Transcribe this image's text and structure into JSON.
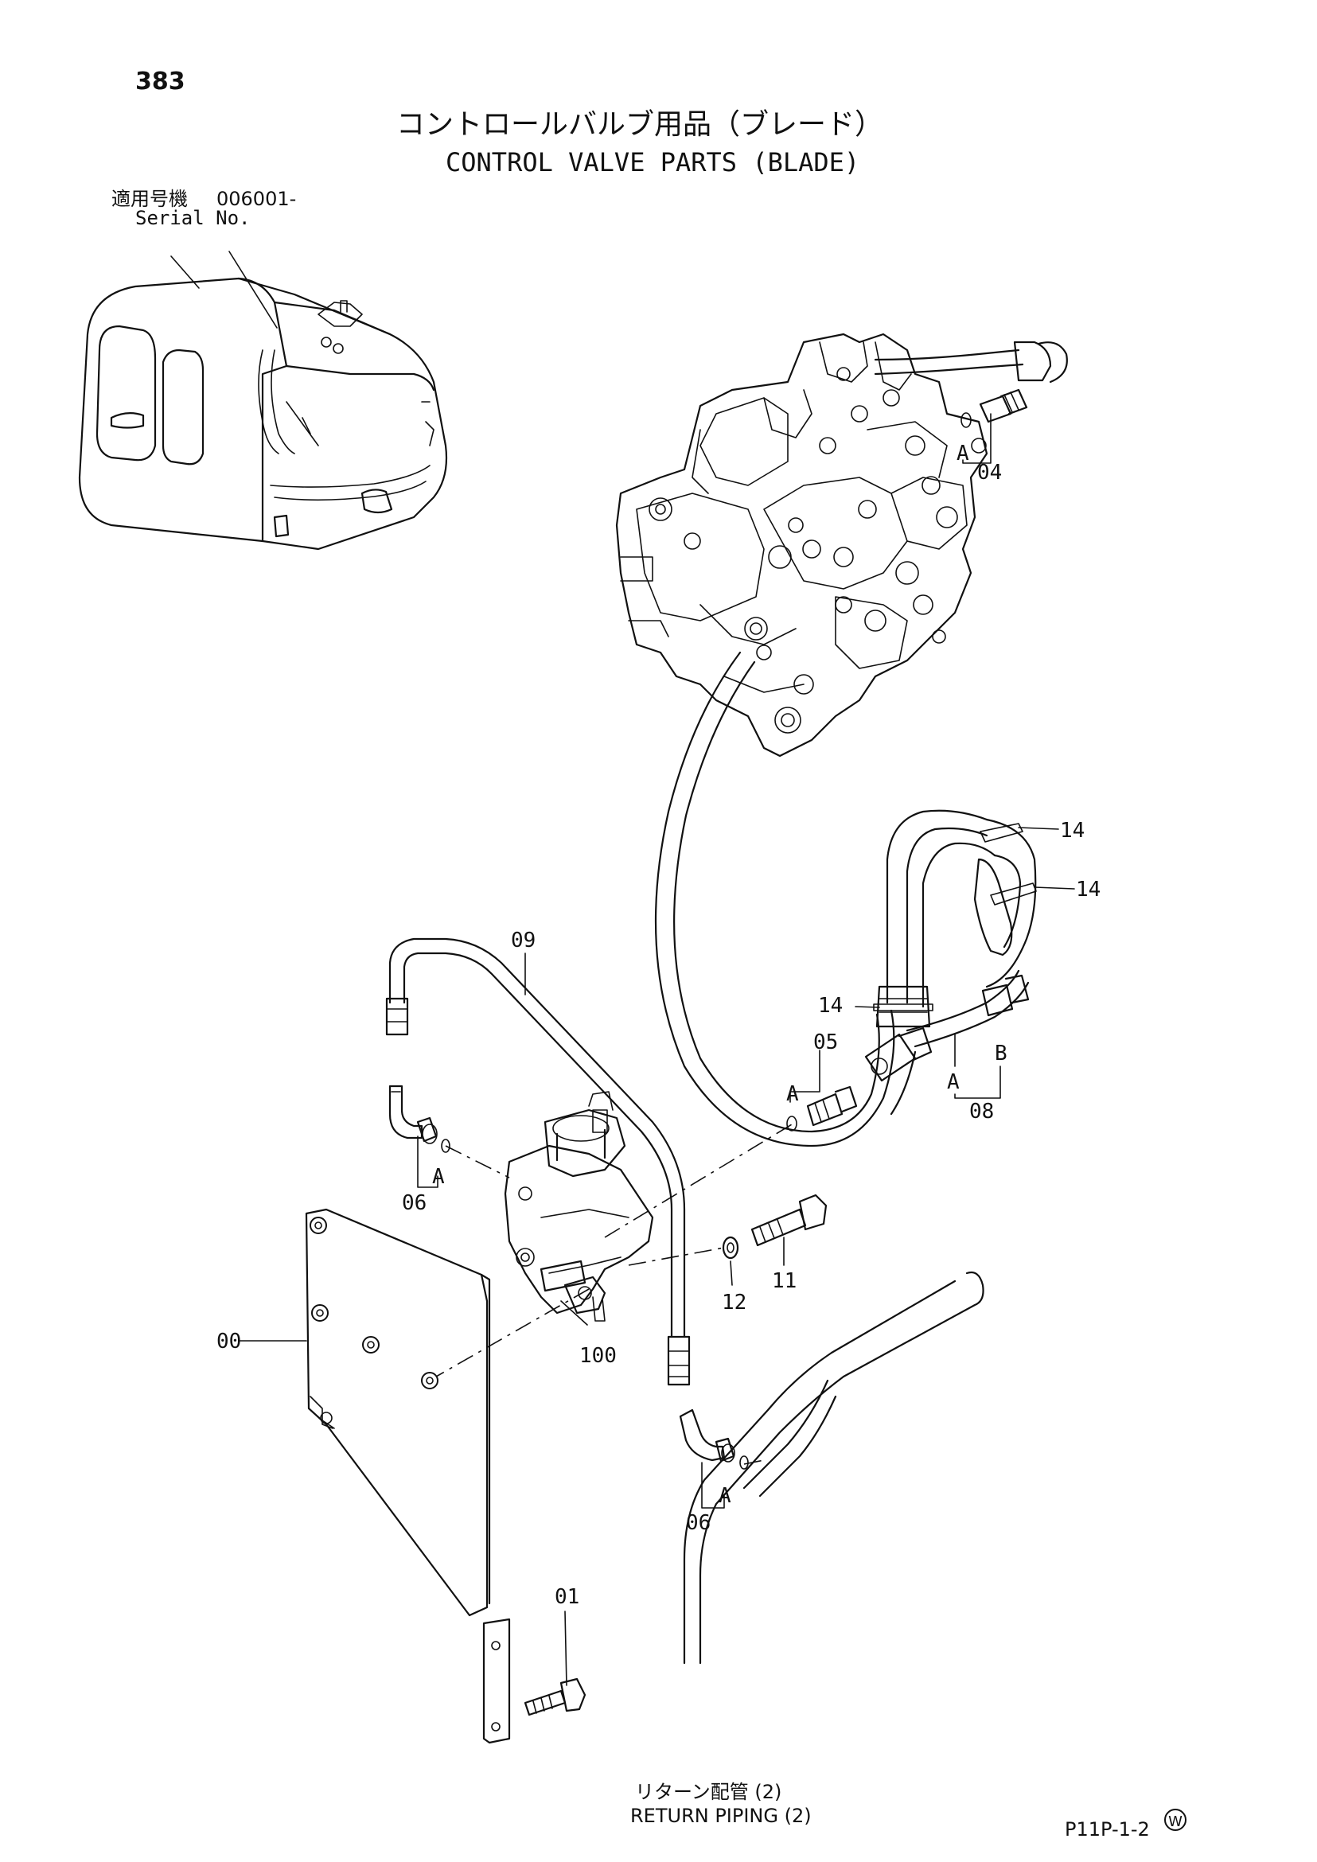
{
  "page": {
    "page_number": "383",
    "title_jp": "コントロールバルブ用品（ブレード）",
    "title_en": "CONTROL VALVE PARTS (BLADE)",
    "serial_label_jp": "適用号機",
    "serial_value": "006001-",
    "serial_label_en": "Serial No.",
    "footer_code": "P11P-1-2",
    "footer_mark": "W"
  },
  "callouts": {
    "p00": "00",
    "p01": "01",
    "p04": "04",
    "p05": "05",
    "p06a": "06",
    "p06b": "06",
    "p08": "08",
    "p09": "09",
    "p11": "11",
    "p12": "12",
    "p14a": "14",
    "p14b": "14",
    "p14c": "14",
    "p100": "100",
    "a1": "A",
    "a2": "A",
    "a3": "A",
    "a4": "A",
    "a5": "A",
    "b1": "B"
  },
  "return_piping": {
    "label_jp": "リターン配管 (2)",
    "label_en": "RETURN PIPING (2)"
  }
}
